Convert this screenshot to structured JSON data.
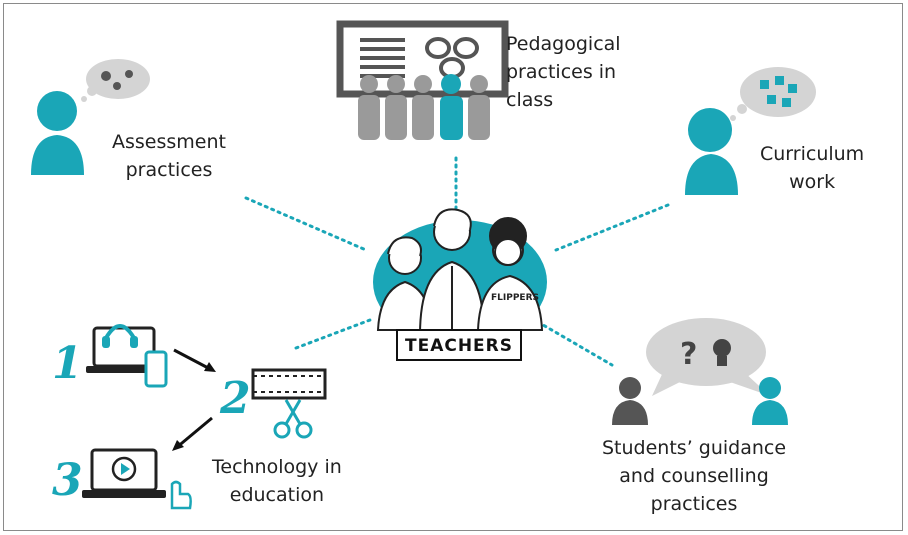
{
  "colors": {
    "accent": "#1aa6b7",
    "dark": "#555555",
    "grey": "#9a9a9a",
    "light": "#d4d4d4",
    "dots": "#1aa6b7"
  },
  "center": {
    "badge": "TEACHERS",
    "shirt_text": "FLIPPERS"
  },
  "nodes": {
    "pedagogical": {
      "lines": [
        "Pedagogical",
        "practices in",
        "class"
      ],
      "icon": "presentation-board-icon"
    },
    "assessment": {
      "lines": [
        "Assessment",
        "practices"
      ],
      "icon": "person-thinking-icon"
    },
    "curriculum": {
      "lines": [
        "Curriculum",
        "work"
      ],
      "icon": "person-puzzle-icon"
    },
    "technology": {
      "lines": [
        "Technology in",
        "education"
      ],
      "steps": [
        "1",
        "2",
        "3"
      ],
      "icon": "laptop-headset-icon"
    },
    "guidance": {
      "lines": [
        "Students’ guidance",
        "and counselling",
        "practices"
      ],
      "bubble_symbols": [
        "?",
        "💡"
      ],
      "icon": "conversation-icon"
    }
  }
}
